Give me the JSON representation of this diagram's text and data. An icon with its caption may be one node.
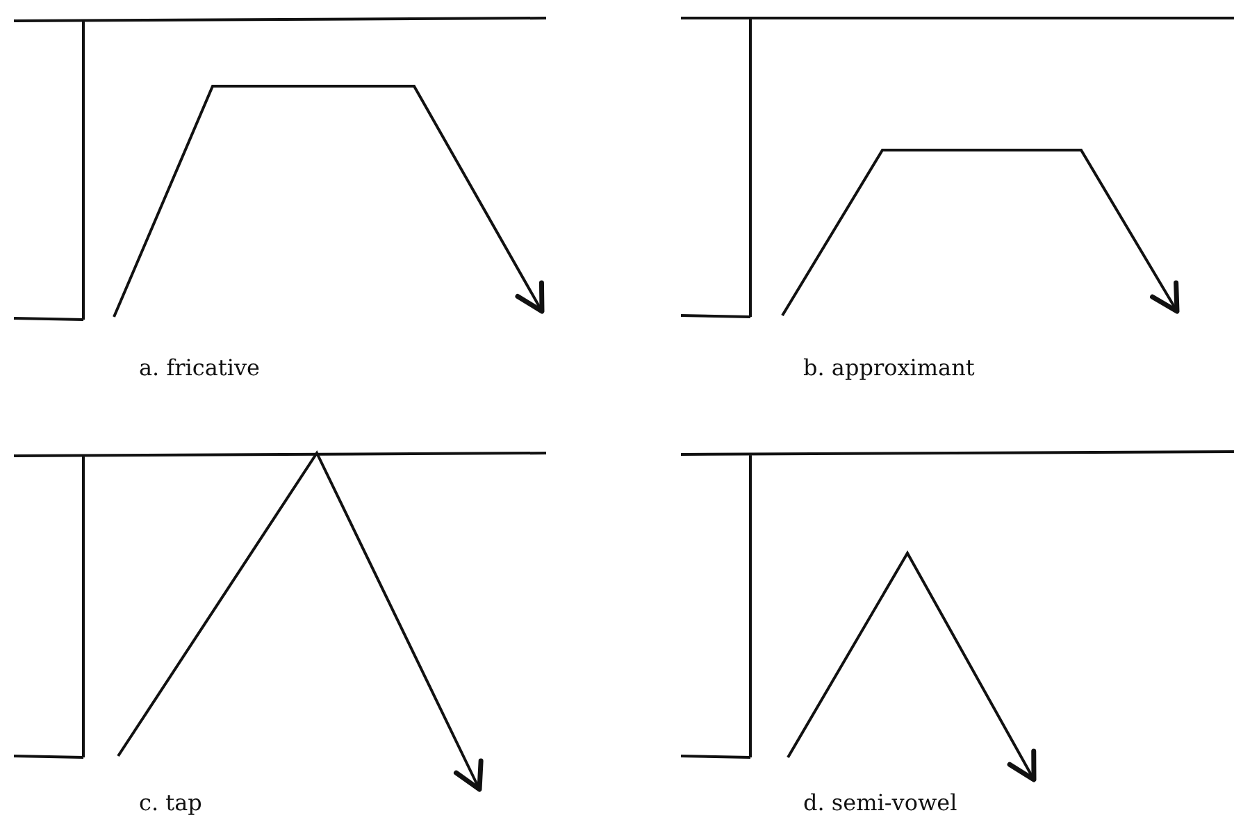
{
  "diagram": {
    "labels": [
      "a. fricative",
      "b. approximant",
      "c. tap",
      "d. semi-vowel"
    ]
  }
}
